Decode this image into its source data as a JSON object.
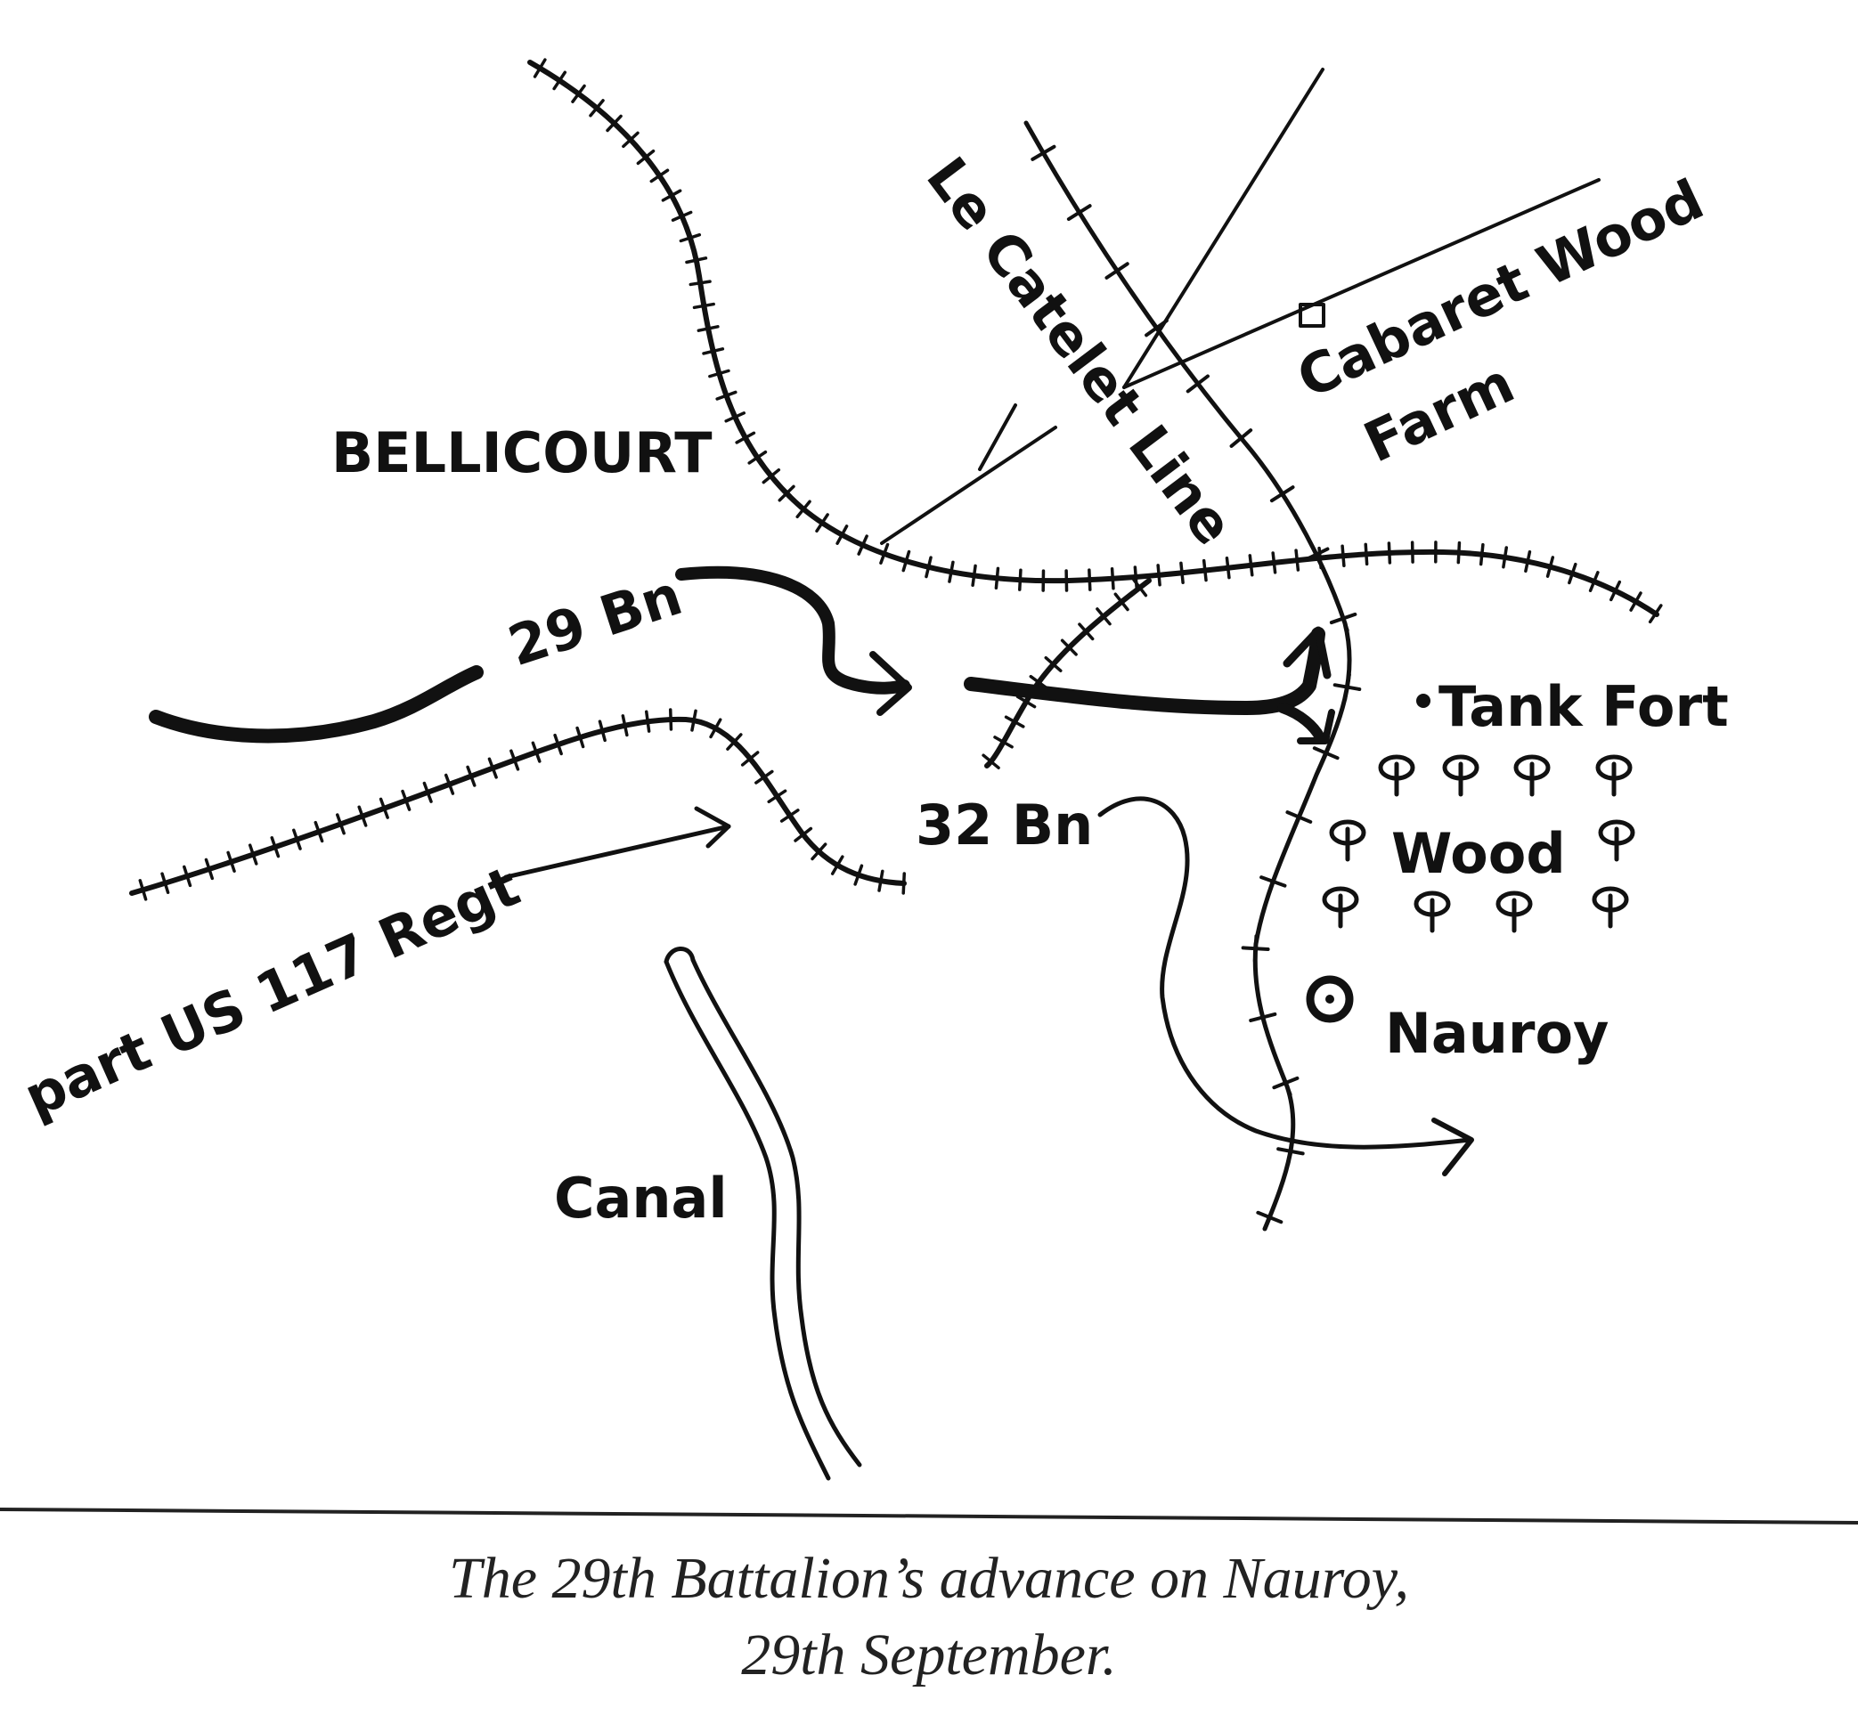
{
  "map": {
    "labels": {
      "bellicourt": "BELLICOURT",
      "le_catelet_line": "Le Catelet Line",
      "cabaret_wood": "Cabaret Wood",
      "farm": "Farm",
      "bn29": "29 Bn",
      "bn32": "32 Bn",
      "tank_fort": "Tank Fort",
      "wood": "Wood",
      "nauroy": "Nauroy",
      "us_regt": "part US 117 Regt",
      "canal": "Canal"
    },
    "icons": {
      "trench": "barbed-trench-line",
      "wire": "wire-line",
      "tree": "tree-icon",
      "farm": "farm-square-icon",
      "village": "village-ring-icon",
      "advance": "arrow-icon"
    }
  },
  "caption": {
    "line1": "The 29th Battalion’s advance on Nauroy,",
    "line2": "29th September."
  }
}
